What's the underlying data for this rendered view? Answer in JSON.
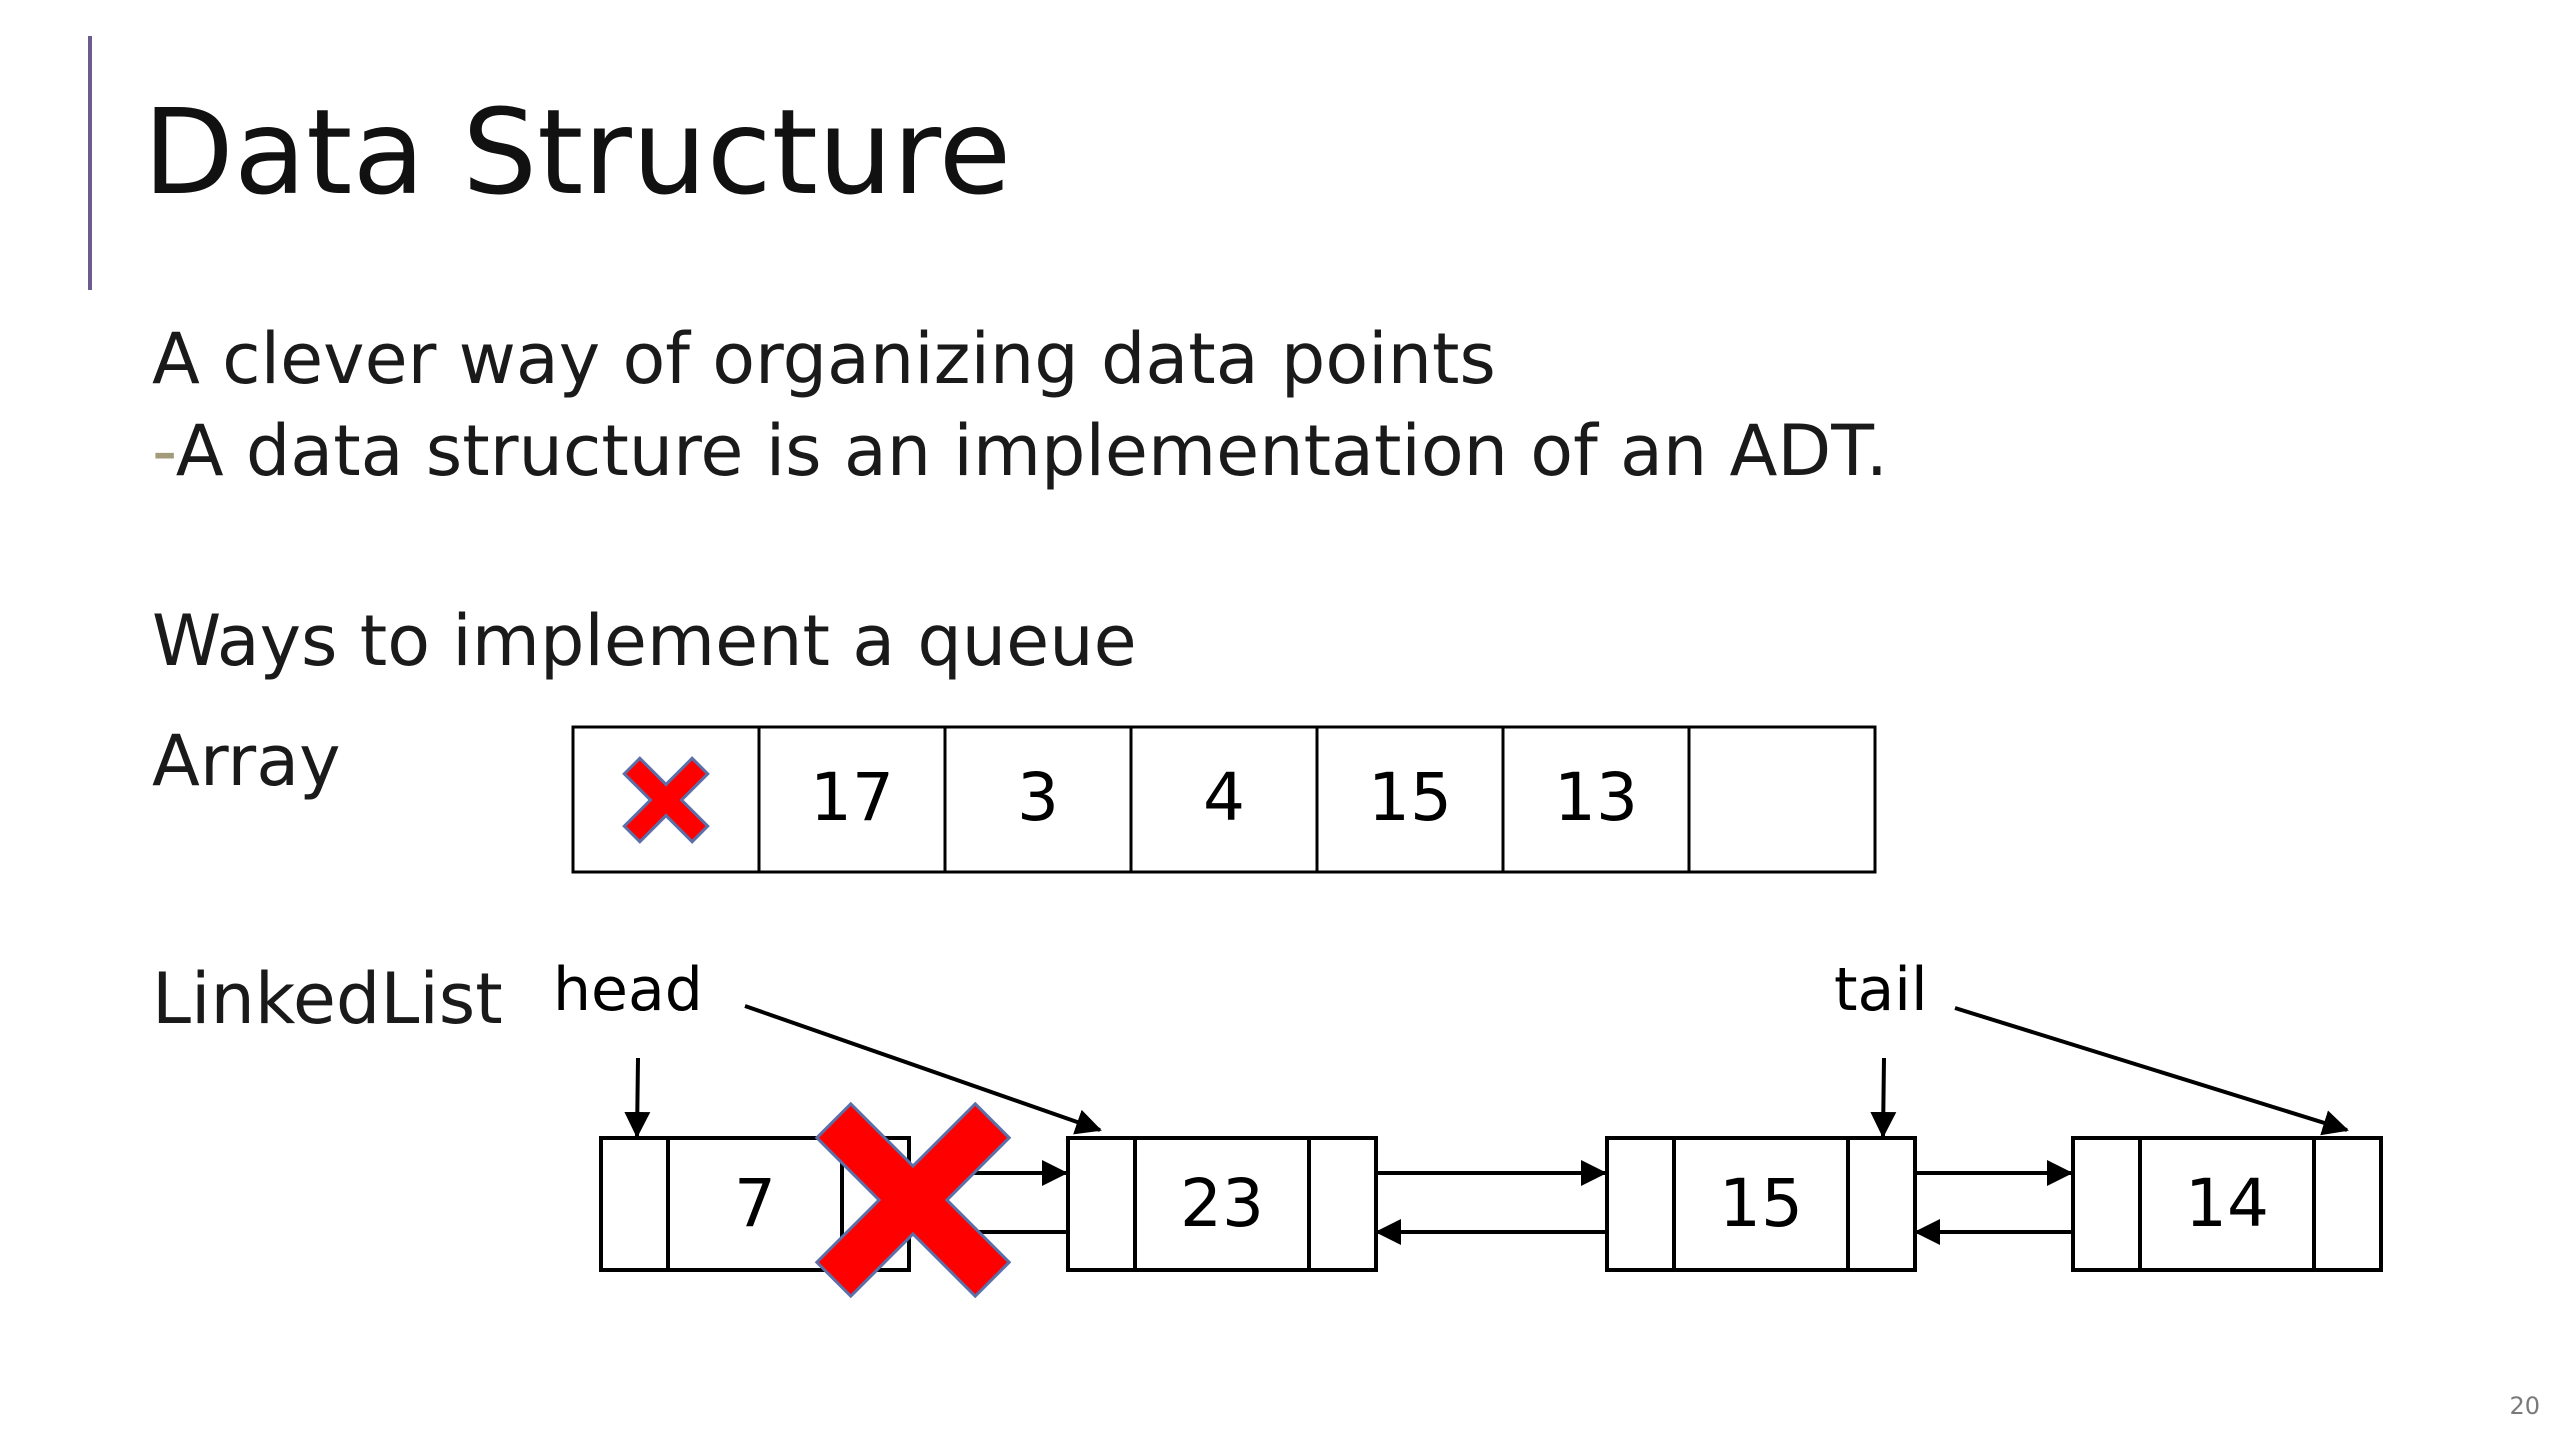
{
  "slide": {
    "title": "Data Structure",
    "bullet_1": "A clever way of organizing data points",
    "bullet_2_dash": "-",
    "bullet_2": "A data structure is an implementation of an ADT.",
    "section_heading": "Ways to implement a queue",
    "array_label": "Array",
    "linkedlist_label": "LinkedList",
    "page_number": "20"
  },
  "array": {
    "cells": [
      "",
      "17",
      "3",
      "4",
      "15",
      "13",
      ""
    ],
    "removed_index": 0
  },
  "linked_list": {
    "nodes": [
      "7",
      "23",
      "15",
      "14"
    ],
    "removed_index": 0,
    "head_label": "head",
    "tail_label": "tail"
  },
  "colors": {
    "accent_bar": "#6b5b8e",
    "cross_fill": "#ff0000",
    "cross_outline": "#5b6fa8",
    "dash": "#a39a7a"
  }
}
